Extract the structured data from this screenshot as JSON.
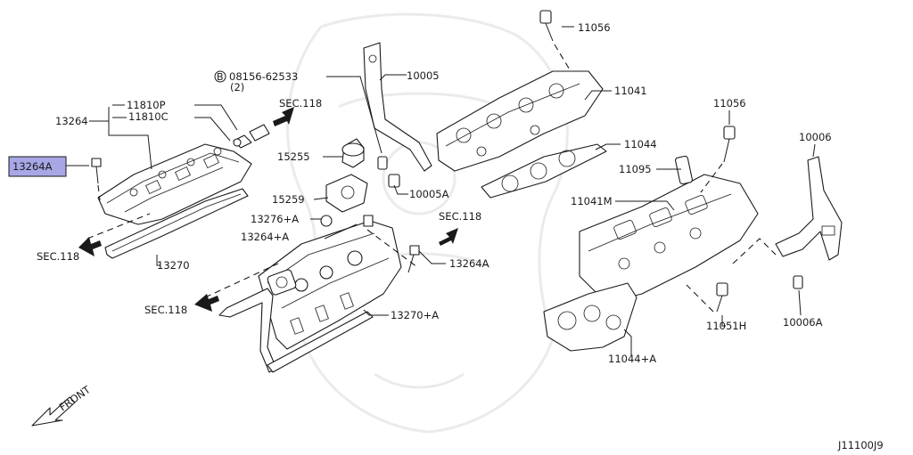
{
  "diagram_code": "J11100J9",
  "highlighted_part": "13264A",
  "parts": {
    "p11056_top": "11056",
    "p10005": "10005",
    "p11041": "11041",
    "bolt_ref_code": "08156-62533",
    "bolt_ref_circle": "B",
    "bolt_ref_qty": "(2)",
    "p11810P": "11810P",
    "p11810C": "11810C",
    "p13264": "13264",
    "p13264A_left": "13264A",
    "sec118_top": "SEC.118",
    "p15255": "15255",
    "p11044": "11044",
    "p11056_right": "11056",
    "p10006": "10006",
    "p11095": "11095",
    "p10005A": "10005A",
    "p15259": "15259",
    "p11041M": "11041M",
    "p13276A": "13276+A",
    "sec118_mid": "SEC.118",
    "p13264plusA": "13264+A",
    "sec118_left": "SEC.118",
    "p13270": "13270",
    "p13264A_mid": "13264A",
    "sec118_bottom": "SEC.118",
    "p13270plusA": "13270+A",
    "p11051H": "11051H",
    "p10006A": "10006A",
    "p11044plusA": "11044+A",
    "front": "FRONT"
  }
}
